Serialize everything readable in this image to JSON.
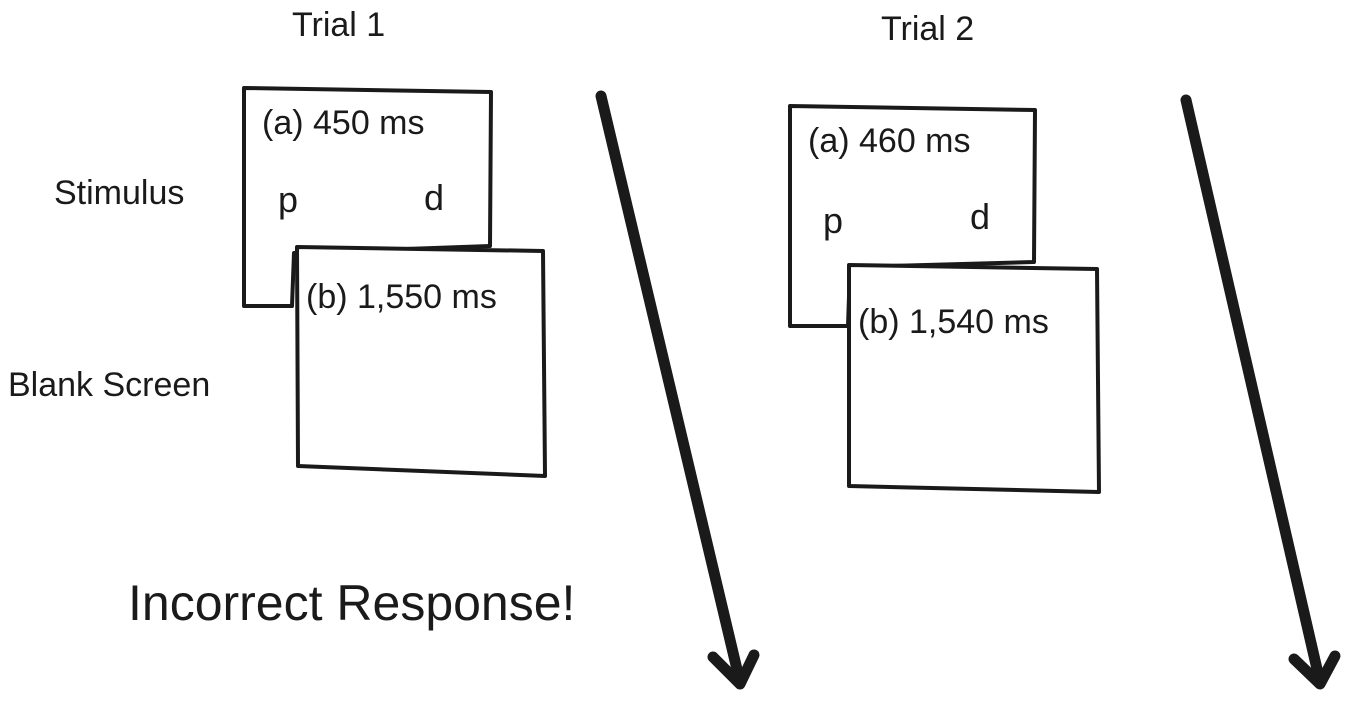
{
  "row_labels": {
    "stimulus": "Stimulus",
    "blank_screen": "Blank Screen"
  },
  "trials": [
    {
      "title": "Trial 1",
      "stimulus_label": "(a) 450 ms",
      "left_letter": "p",
      "right_letter": "d",
      "blank_label": "(b) 1,550 ms"
    },
    {
      "title": "Trial 2",
      "stimulus_label": "(a) 460 ms",
      "left_letter": "p",
      "right_letter": "d",
      "blank_label": "(b) 1,540 ms"
    }
  ],
  "feedback": "Incorrect Response!",
  "icons": {
    "timeline_arrow": "arrow-down-icon"
  }
}
